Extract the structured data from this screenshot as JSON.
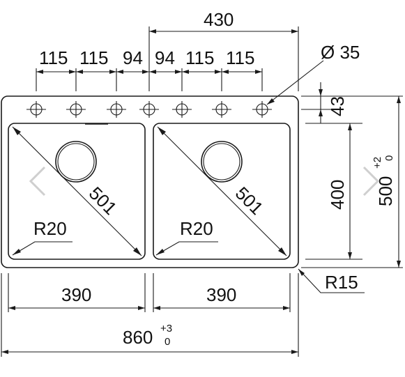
{
  "dimensions": {
    "overall_width": "860",
    "overall_width_tol_plus": "+3",
    "overall_width_tol_minus": "0",
    "overall_depth": "500",
    "overall_depth_tol_plus": "+2",
    "overall_depth_tol_minus": "0",
    "half_width": "430",
    "bowl_width_left": "390",
    "bowl_width_right": "390",
    "bowl_depth": "400",
    "tap_hole_diameter": "Ø 35",
    "tap_hole_offset": "43",
    "bowl_diagonal_left": "501",
    "bowl_diagonal_right": "501",
    "bowl_radius_left": "R20",
    "bowl_radius_right": "R20",
    "corner_radius": "R15",
    "tap_spacing": [
      "115",
      "115",
      "94",
      "94",
      "115",
      "115"
    ]
  },
  "icons": {
    "prev": "chevron-left-icon",
    "next": "chevron-right-icon"
  }
}
